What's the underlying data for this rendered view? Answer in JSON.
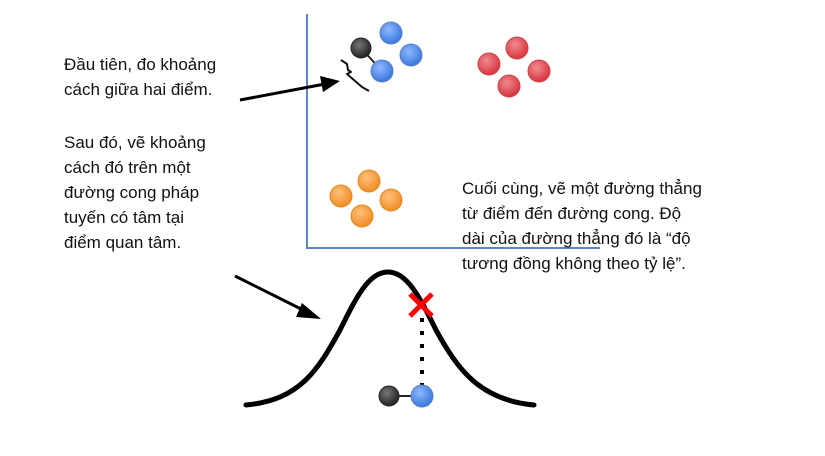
{
  "annotations": {
    "step1": [
      "Đầu tiên, đo khoảng",
      "cách giữa hai điểm."
    ],
    "step2": [
      "Sau đó, vẽ khoảng",
      "cách đó trên một",
      "đường cong pháp",
      "tuyến có tâm tại",
      "điểm quan tâm."
    ],
    "step3": [
      "Cuối cùng, vẽ một đường thẳng",
      "từ điểm đến đường cong. Độ",
      "dài của đường thẳng đó là “độ",
      "tương đồng không theo tỷ lệ”."
    ]
  },
  "colors": {
    "blue": "#4a86e8",
    "red": "#e0454e",
    "orange": "#f6a03a",
    "black_point": "#3a3a3a",
    "axis": "#5b86c6",
    "cross": "#ff0000",
    "curve": "#000000"
  }
}
